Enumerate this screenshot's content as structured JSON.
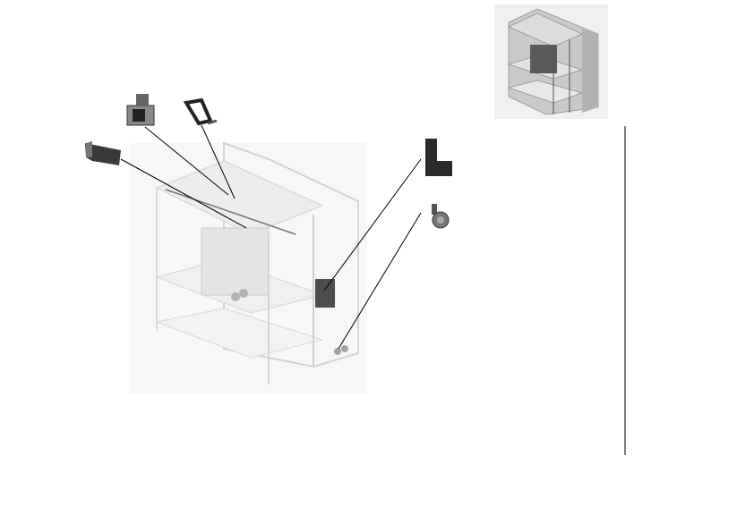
{
  "diagram": {
    "parts": [
      "handle-bar",
      "connector-block",
      "bracket",
      "corner-plate",
      "caster-wheel"
    ],
    "colors": {
      "line": "#000000",
      "part_dark": "#3a3a3a",
      "frame_light": "#d8d8d8",
      "thumbnail_bg": "#efefef"
    }
  }
}
